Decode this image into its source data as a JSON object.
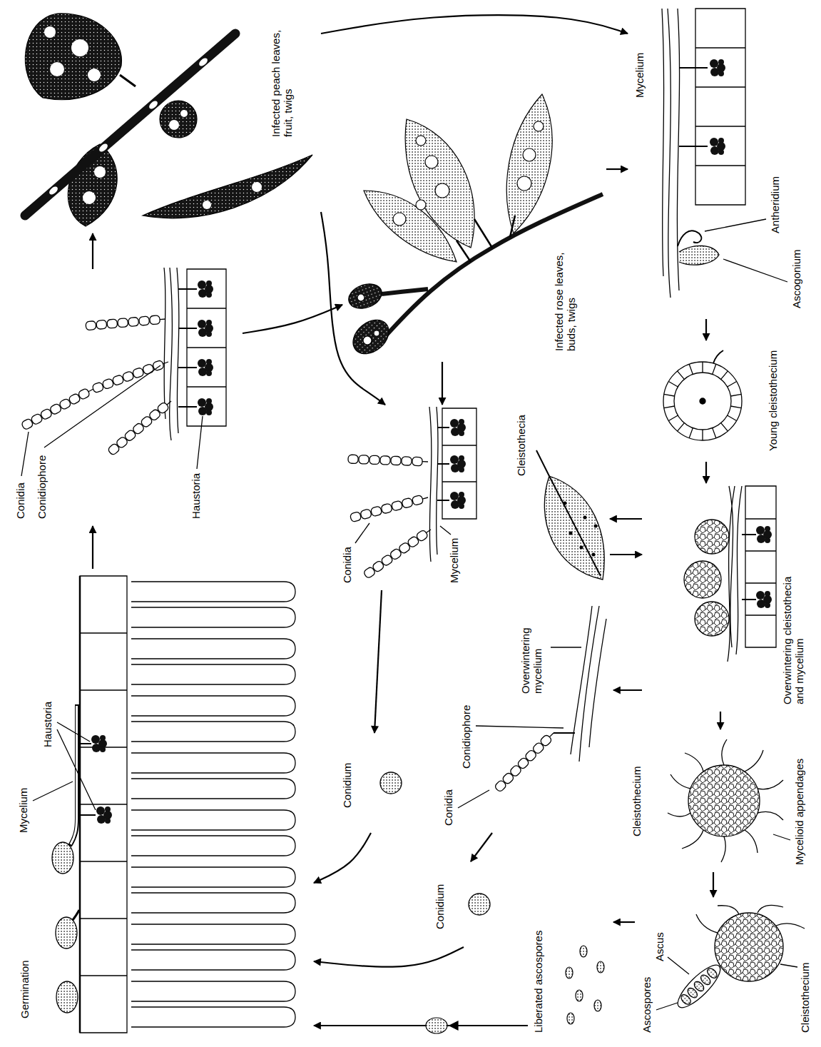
{
  "diagram": {
    "nodes": [
      {
        "text": [
          "Germination",
          "Mycelium",
          "Haustoria"
        ]
      },
      {
        "text": [
          "Conidia",
          "Conidiophore",
          "Haustoria"
        ]
      },
      {
        "text": [
          "Infected peach leaves, fruit, twigs"
        ]
      },
      {
        "text": [
          "Conidium"
        ]
      },
      {
        "text": [
          "Conidia",
          "Mycelium"
        ]
      },
      {
        "text": [
          "Infected rose leaves, buds, twigs"
        ]
      },
      {
        "text": [
          "Conidium"
        ]
      },
      {
        "text": [
          "Conidia",
          "Conidiophore",
          "Overwintering mycelium"
        ]
      },
      {
        "text": [
          "Cleistothecia"
        ]
      },
      {
        "text": [
          "Liberated ascospores"
        ]
      },
      {
        "text": [
          "Ascospores",
          "Ascus",
          "Cleistothecium"
        ]
      },
      {
        "text": [
          "Cleistothecium",
          "Mycelioid appendages"
        ]
      },
      {
        "text": [
          "Overwintering cleistothecia and mycelium"
        ]
      },
      {
        "text": [
          "Young cleistothecium"
        ]
      },
      {
        "text": [
          "Mycelium",
          "Antheridium",
          "Ascogonium"
        ]
      }
    ],
    "edges": [
      {
        "from": 0,
        "to": 1,
        "arrow": "to"
      },
      {
        "from": 1,
        "to": 2,
        "arrow": "to"
      },
      {
        "from": 1,
        "to": 5,
        "arrow": "to"
      },
      {
        "from": 2,
        "to": 4,
        "arrow": "to"
      },
      {
        "from": 5,
        "to": 4,
        "arrow": "to"
      },
      {
        "from": 2,
        "to": 14,
        "arrow": "to"
      },
      {
        "from": 5,
        "to": 14,
        "arrow": "to"
      },
      {
        "from": 4,
        "to": 3,
        "arrow": "to"
      },
      {
        "from": 3,
        "to": 0,
        "arrow": "to"
      },
      {
        "from": 14,
        "to": 13,
        "arrow": "to"
      },
      {
        "from": 13,
        "to": 12,
        "arrow": "to"
      },
      {
        "from": 12,
        "to": 8,
        "arrow": "to"
      },
      {
        "from": 8,
        "to": 12,
        "arrow": "to"
      },
      {
        "from": 12,
        "to": 11,
        "arrow": "to"
      },
      {
        "from": 12,
        "to": 7,
        "arrow": "to"
      },
      {
        "from": 11,
        "to": 10,
        "arrow": "to"
      },
      {
        "from": 10,
        "to": 9,
        "arrow": "to"
      },
      {
        "from": 9,
        "to": 0,
        "arrow": "to"
      },
      {
        "from": 7,
        "to": 6,
        "arrow": "to"
      },
      {
        "from": 6,
        "to": 0,
        "arrow": "to"
      }
    ]
  }
}
